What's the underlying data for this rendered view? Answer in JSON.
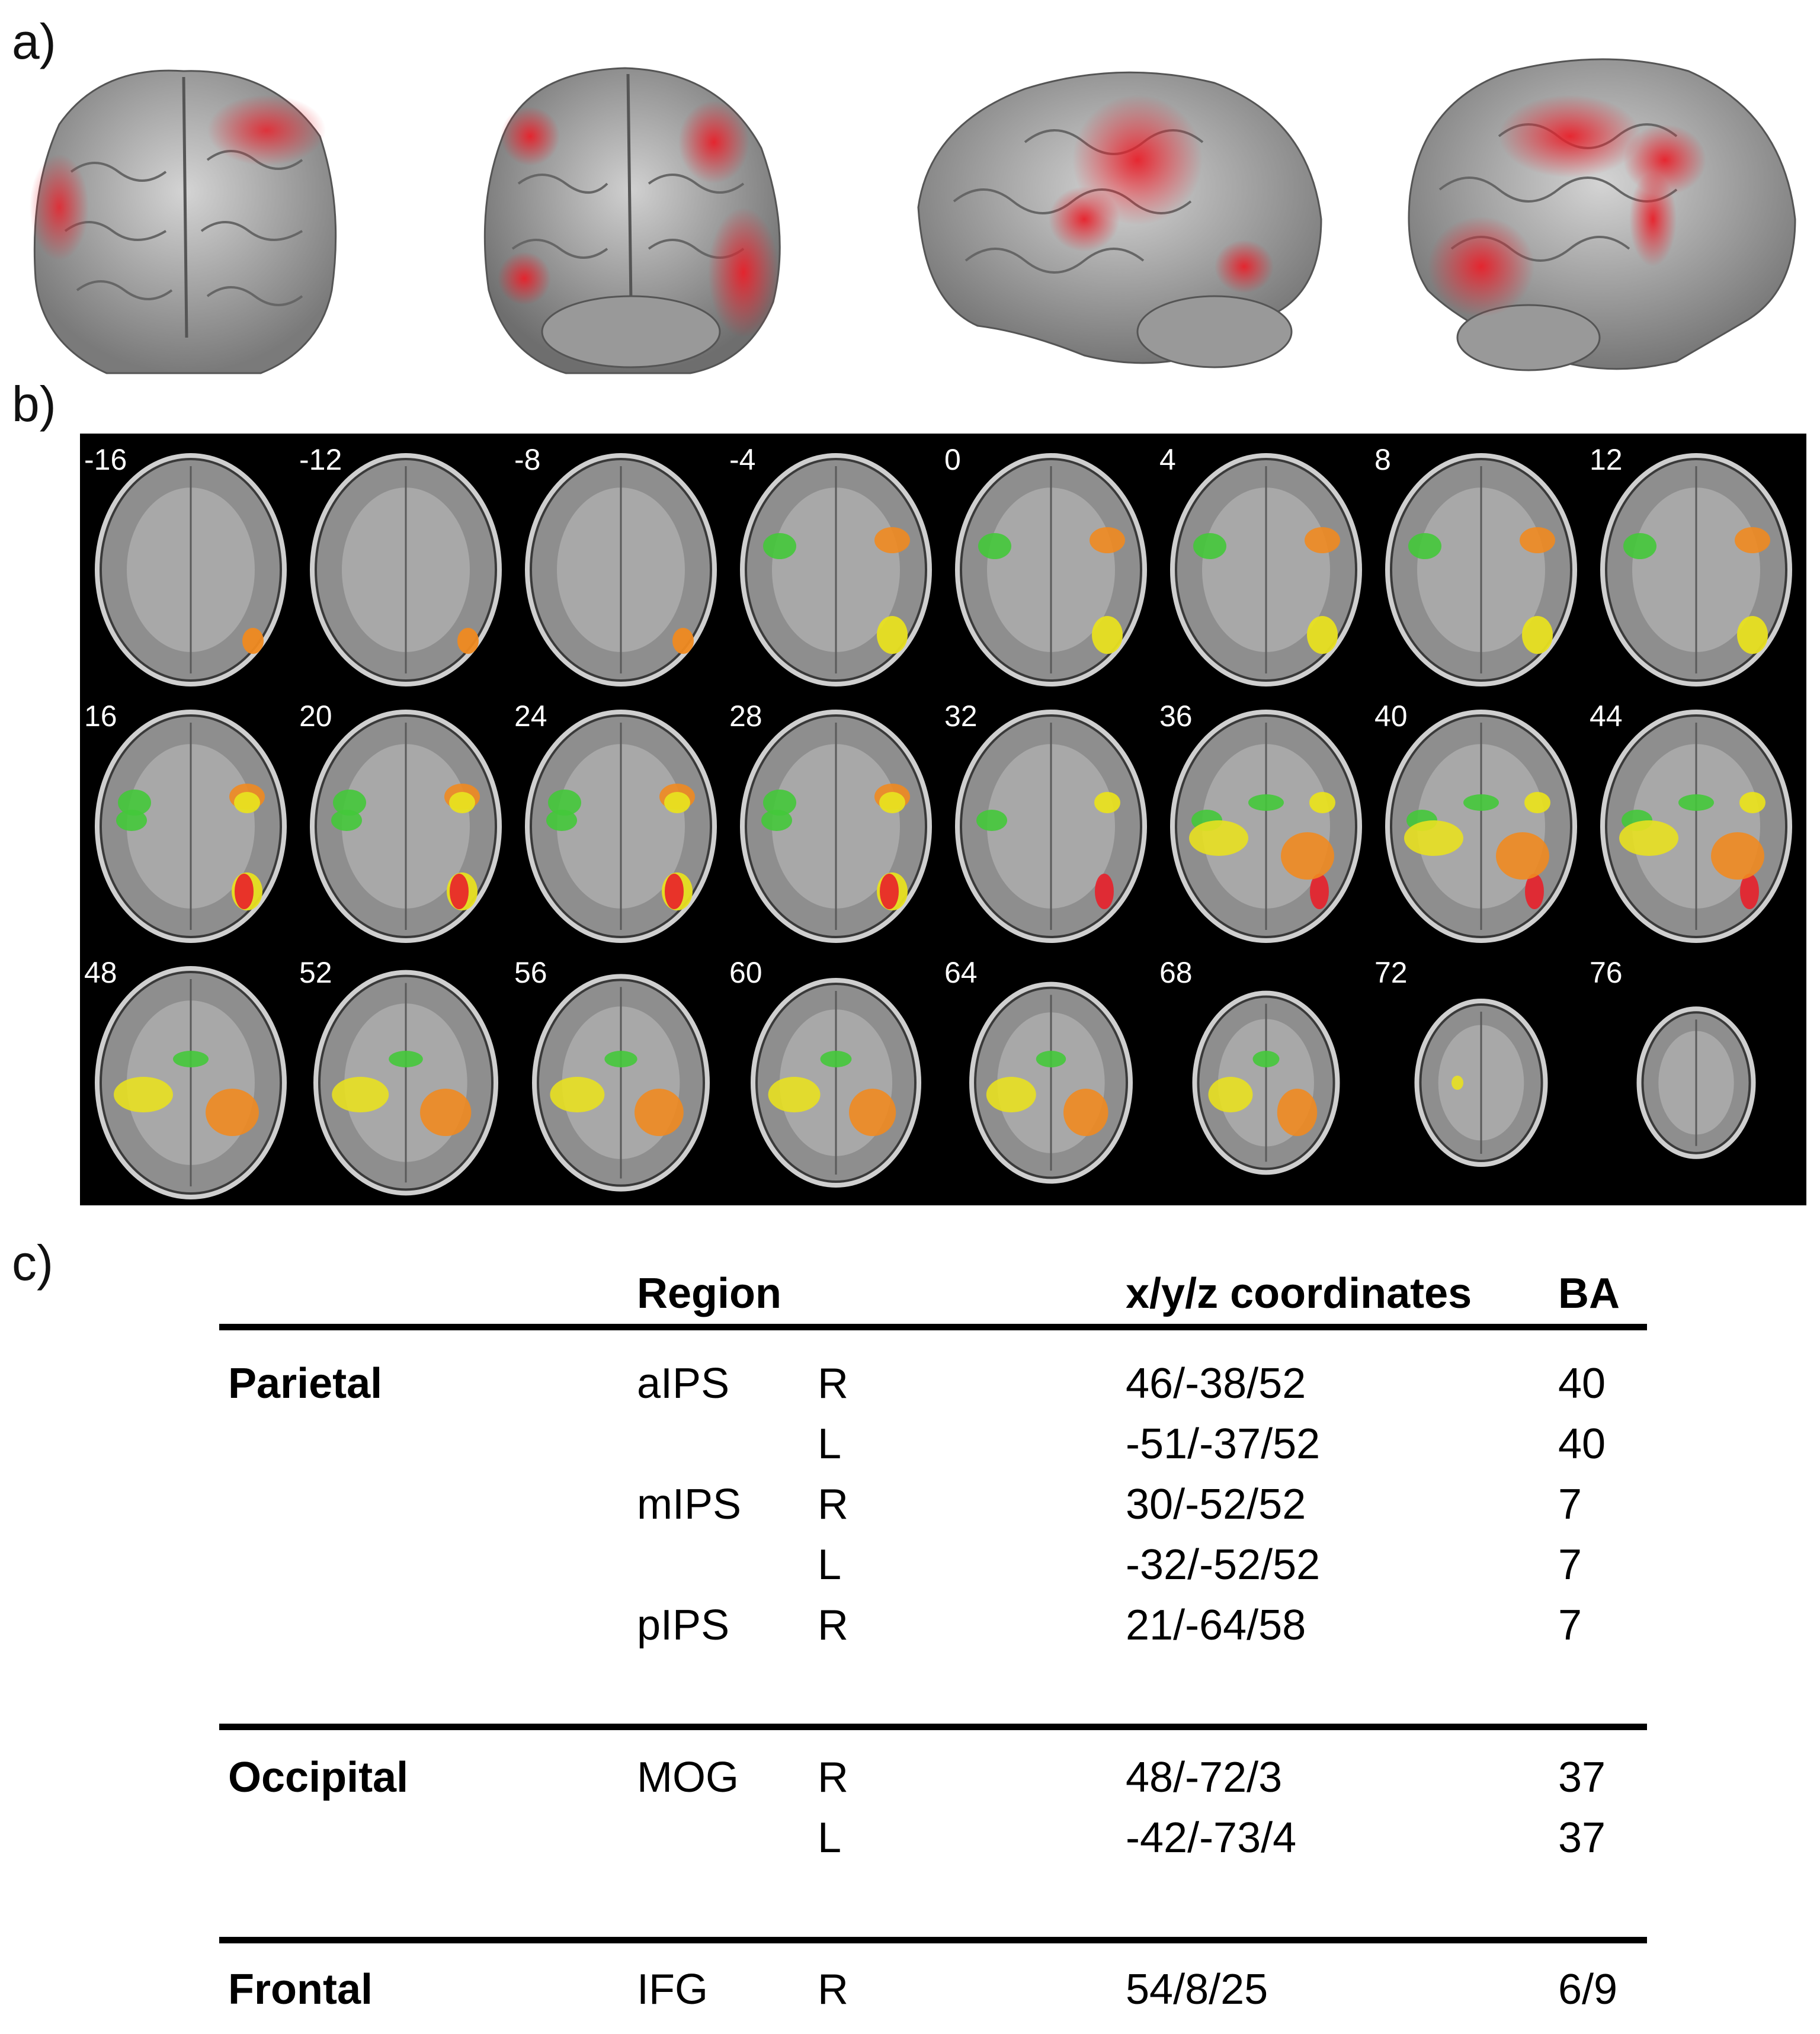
{
  "panels": {
    "a": "a)",
    "b": "b)",
    "c": "c)"
  },
  "brain_views": [
    "brain-view-1",
    "brain-view-2",
    "brain-view-3",
    "brain-view-4"
  ],
  "slices": [
    "-16",
    "-12",
    "-8",
    "-4",
    "0",
    "4",
    "8",
    "12",
    "16",
    "20",
    "24",
    "28",
    "32",
    "36",
    "40",
    "44",
    "48",
    "52",
    "56",
    "60",
    "64",
    "68",
    "72",
    "76"
  ],
  "colors": {
    "activation_red": "#e8202a",
    "overlay_green": "#44c83a",
    "overlay_yellow": "#e8e020",
    "overlay_orange": "#f08a20",
    "background": "#000000"
  },
  "table": {
    "headers": {
      "region": "Region",
      "coordinates": "x/y/z coordinates",
      "ba": "BA"
    },
    "rows": [
      {
        "group": "Parietal",
        "region": "aIPS",
        "side": "R",
        "coords": "46/-38/52",
        "ba": "40"
      },
      {
        "group": "",
        "region": "",
        "side": "L",
        "coords": "-51/-37/52",
        "ba": "40"
      },
      {
        "group": "",
        "region": "mIPS",
        "side": "R",
        "coords": "30/-52/52",
        "ba": "7"
      },
      {
        "group": "",
        "region": "",
        "side": "L",
        "coords": "-32/-52/52",
        "ba": "7"
      },
      {
        "group": "",
        "region": "pIPS",
        "side": "R",
        "coords": "21/-64/58",
        "ba": "7"
      },
      {
        "group": "Occipital",
        "region": "MOG",
        "side": "R",
        "coords": "48/-72/3",
        "ba": "37"
      },
      {
        "group": "",
        "region": "",
        "side": "L",
        "coords": "-42/-73/4",
        "ba": "37"
      },
      {
        "group": "Frontal",
        "region": "IFG",
        "side": "R",
        "coords": "54/8/25",
        "ba": "6/9"
      }
    ]
  }
}
